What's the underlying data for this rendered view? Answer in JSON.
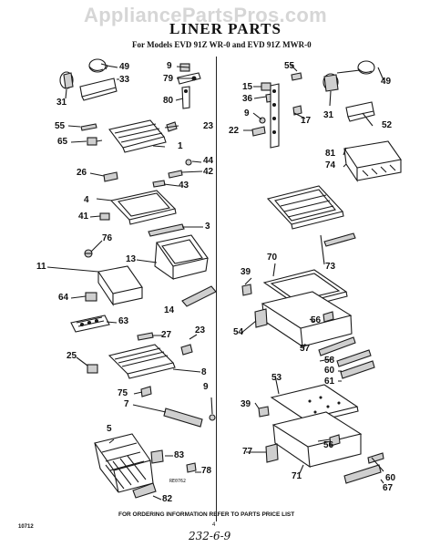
{
  "header": {
    "watermark": "AppliancePartsPros.com",
    "title": "LINER PARTS",
    "subtitle": "For Models EVD 91Z WR-0 and EVD 91Z MWR-0"
  },
  "parts": {
    "left": [
      "49",
      "33",
      "31",
      "9",
      "79",
      "80",
      "55",
      "23",
      "65",
      "1",
      "44",
      "26",
      "42",
      "43",
      "4",
      "41",
      "3",
      "76",
      "13",
      "11",
      "64",
      "14",
      "63",
      "23",
      "27",
      "25",
      "8",
      "75",
      "9",
      "7",
      "5",
      "83",
      "78",
      "82"
    ],
    "right": [
      "55",
      "49",
      "15",
      "36",
      "9",
      "17",
      "31",
      "52",
      "22",
      "81",
      "74",
      "73",
      "70",
      "39",
      "56",
      "54",
      "57",
      "58",
      "60",
      "61",
      "53",
      "39",
      "56",
      "77",
      "60",
      "67",
      "71"
    ]
  },
  "footer": {
    "ref": "RE0762",
    "note": "FOR ORDERING INFORMATION REFER TO PARTS PRICE LIST",
    "code": "10712",
    "page": "4",
    "handwritten": "232-6-9"
  }
}
